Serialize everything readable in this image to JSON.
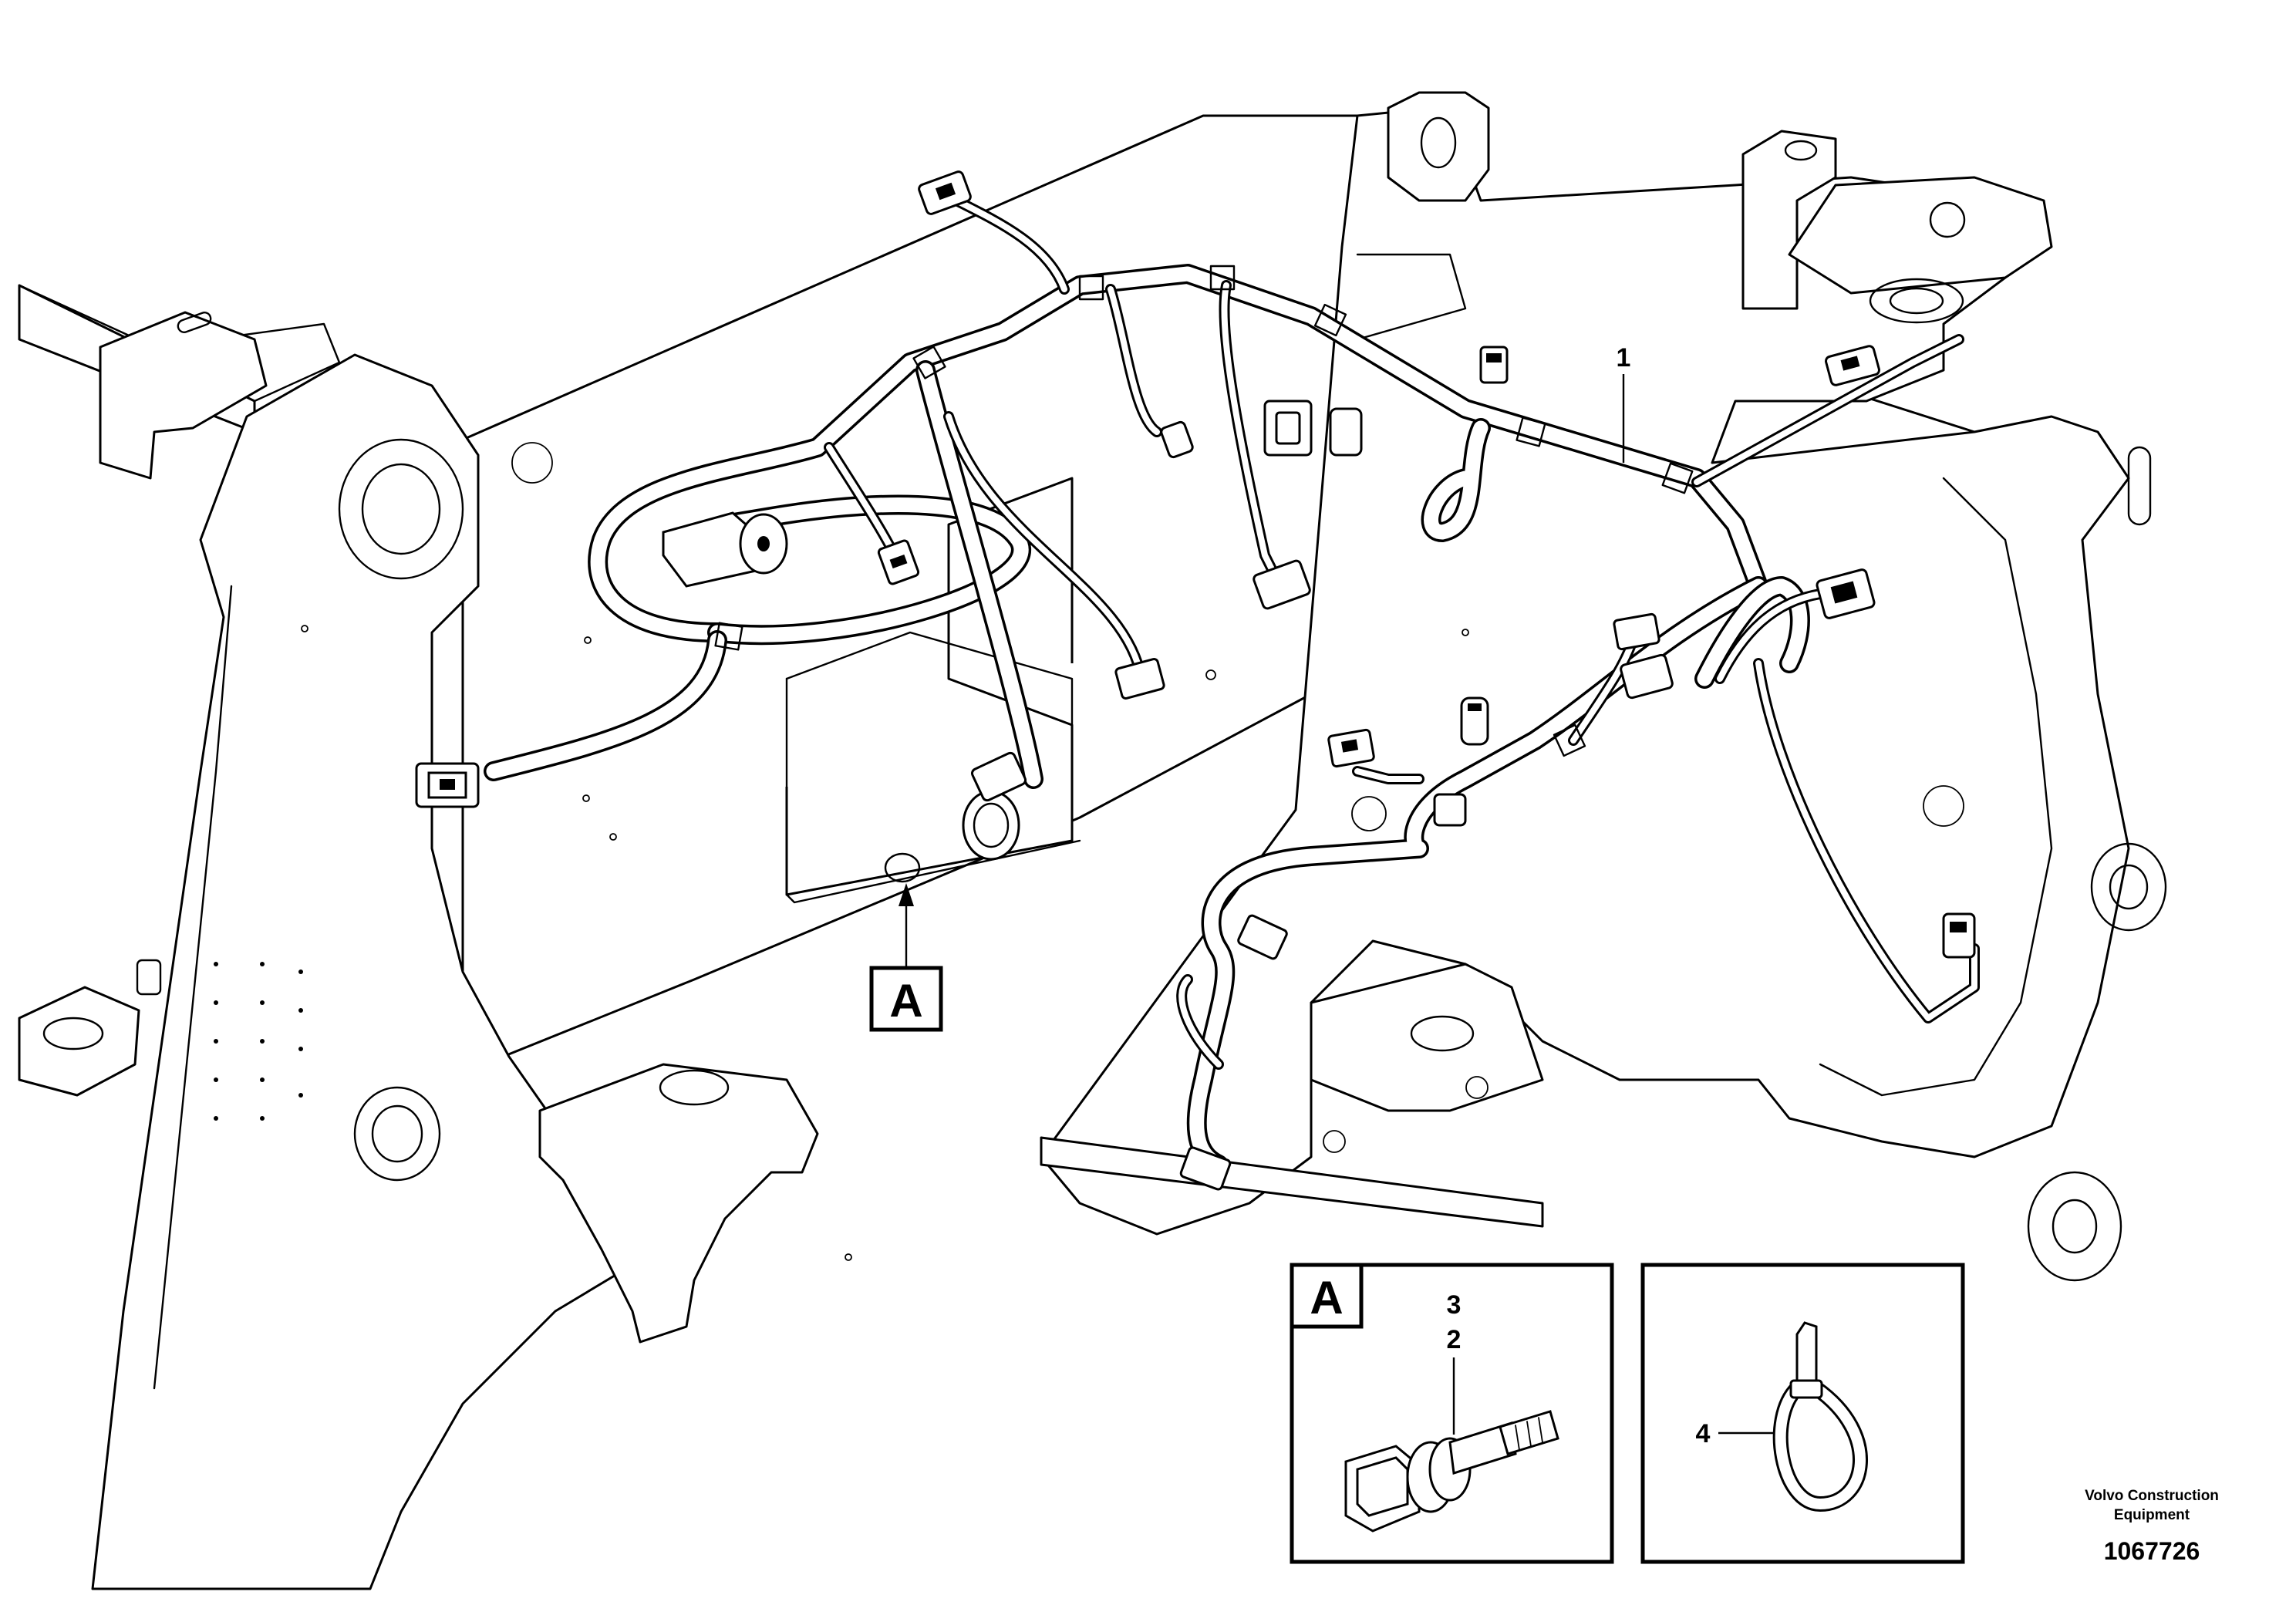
{
  "callouts": {
    "part_1": "1",
    "part_2": "2",
    "part_3": "3",
    "part_4": "4"
  },
  "views": {
    "view_a_marker": "A",
    "view_a_inset_label": "A"
  },
  "credit": {
    "company_line1": "Volvo Construction",
    "company_line2": "Equipment",
    "drawing_number": "1067726"
  }
}
